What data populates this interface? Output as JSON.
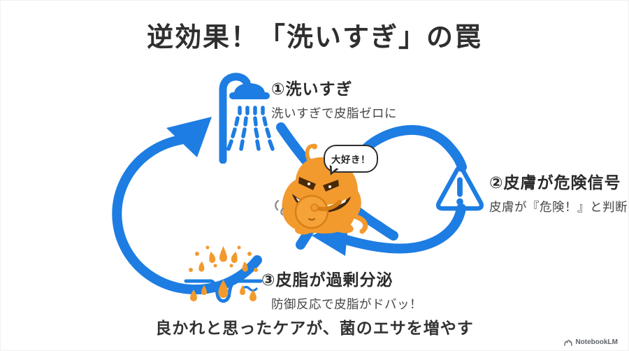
{
  "title": "逆効果！「洗いすぎ」の罠",
  "steps": [
    {
      "icon": "shower-icon",
      "number_label": "①洗いすぎ",
      "description": "洗いすぎで皮脂ゼロに"
    },
    {
      "icon": "warning-triangle-icon",
      "number_label": "②皮膚が危険信号",
      "description": "皮膚が『危険！』と判断"
    },
    {
      "icon": "sebum-burst-icon",
      "number_label": "③皮脂が過剰分泌",
      "description": "防御反応で皮脂がドバッ！"
    }
  ],
  "germ": {
    "character": "germ-character",
    "speech": "大好き！"
  },
  "footer": {
    "message": "良かれと思ったケアが、菌のエサを増やす"
  },
  "watermark": {
    "label": "NotebookLM"
  },
  "colors": {
    "accent_blue": "#1d7de2",
    "accent_orange": "#f29a2e",
    "text_primary": "#2f2f2f",
    "text_secondary": "#474747",
    "watermark_gray": "#5f6368"
  }
}
